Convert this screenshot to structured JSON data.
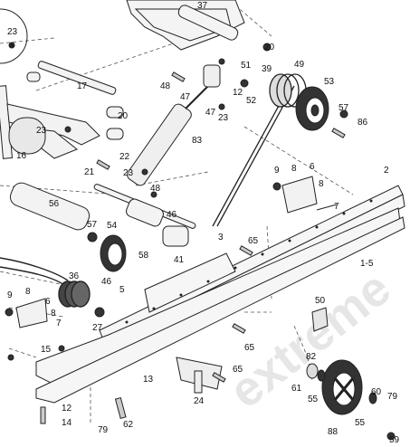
{
  "watermark": "extreme",
  "part_labels": [
    "23",
    "37",
    "20",
    "51",
    "39",
    "49",
    "48",
    "47",
    "12",
    "52",
    "53",
    "17",
    "20",
    "47",
    "23",
    "57",
    "86",
    "23",
    "83",
    "16",
    "21",
    "22",
    "23",
    "48",
    "9",
    "8",
    "6",
    "2",
    "8",
    "56",
    "7",
    "57",
    "54",
    "46",
    "3",
    "65",
    "1-5",
    "58",
    "41",
    "36",
    "46",
    "5",
    "9",
    "8",
    "6",
    "8",
    "7",
    "27",
    "50",
    "15",
    "82",
    "65",
    "65",
    "61",
    "55",
    "60",
    "79",
    "13",
    "24",
    "12",
    "14",
    "79",
    "62",
    "88",
    "55",
    "59"
  ],
  "colors": {
    "line": "#222222",
    "dash": "#555555",
    "fill_dark": "#2a2a2a",
    "fill_light": "#f2f2f2"
  }
}
